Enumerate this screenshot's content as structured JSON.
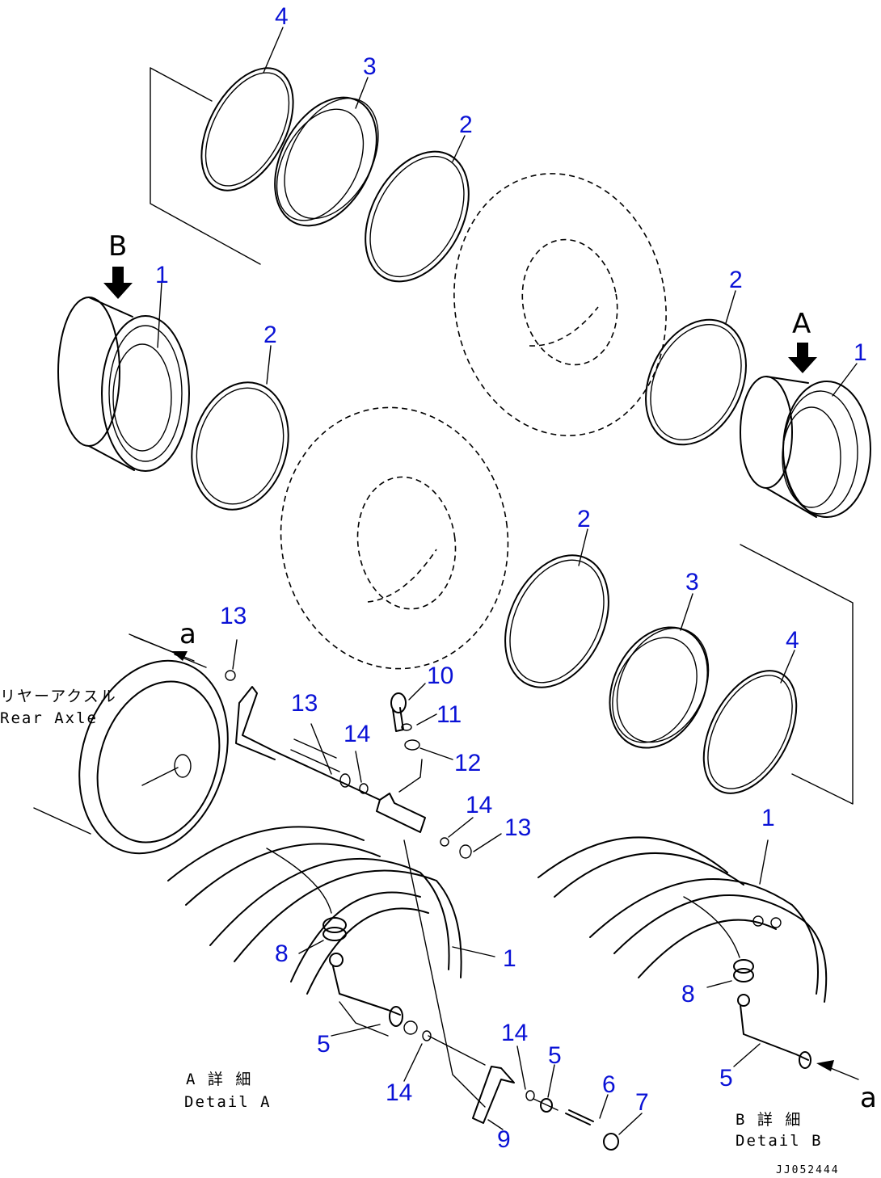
{
  "callouts": [
    {
      "id": "c4a",
      "label": "4"
    },
    {
      "id": "c3a",
      "label": "3"
    },
    {
      "id": "c2a",
      "label": "2"
    },
    {
      "id": "c1a",
      "label": "1"
    },
    {
      "id": "c2b",
      "label": "2"
    },
    {
      "id": "c2c",
      "label": "2"
    },
    {
      "id": "c1b",
      "label": "1"
    },
    {
      "id": "c2d",
      "label": "2"
    },
    {
      "id": "c3b",
      "label": "3"
    },
    {
      "id": "c4b",
      "label": "4"
    },
    {
      "id": "c13a",
      "label": "13"
    },
    {
      "id": "c10",
      "label": "10"
    },
    {
      "id": "c11",
      "label": "11"
    },
    {
      "id": "c13b",
      "label": "13"
    },
    {
      "id": "c14a",
      "label": "14"
    },
    {
      "id": "c12",
      "label": "12"
    },
    {
      "id": "c14b",
      "label": "14"
    },
    {
      "id": "c13c",
      "label": "13"
    },
    {
      "id": "c1c",
      "label": "1"
    },
    {
      "id": "c1d",
      "label": "1"
    },
    {
      "id": "c8a",
      "label": "8"
    },
    {
      "id": "c8b",
      "label": "8"
    },
    {
      "id": "c5a",
      "label": "5"
    },
    {
      "id": "c14c",
      "label": "14"
    },
    {
      "id": "c14d",
      "label": "14"
    },
    {
      "id": "c5b",
      "label": "5"
    },
    {
      "id": "c6",
      "label": "6"
    },
    {
      "id": "c7",
      "label": "7"
    },
    {
      "id": "c9",
      "label": "9"
    },
    {
      "id": "c5c",
      "label": "5"
    }
  ],
  "view_letters": {
    "b": "B",
    "a": "A"
  },
  "flow_letters": {
    "a1": "a",
    "a2": "a"
  },
  "labels": {
    "rear_axle_jp": "リヤーアクスル",
    "rear_axle_en": "Rear Axle",
    "detail_a_jp": "A 詳 細",
    "detail_a_en": "Detail A",
    "detail_b_jp": "B 詳 細",
    "detail_b_en": "Detail B",
    "drawing_code": "JJ052444"
  }
}
